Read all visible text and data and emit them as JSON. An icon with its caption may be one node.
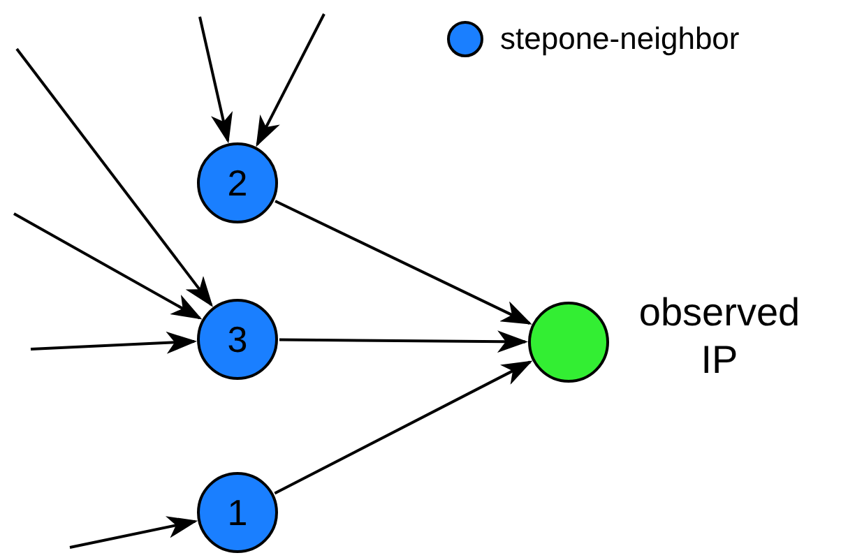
{
  "diagram": {
    "nodes": [
      {
        "text": [
          "2"
        ]
      },
      {
        "text": [
          "3"
        ]
      },
      {
        "text": [
          "1"
        ]
      },
      {
        "text": [],
        "shape": "circle",
        "beside": [
          "observed IP"
        ]
      }
    ],
    "edges": [
      {
        "from": null,
        "to": 0,
        "arrow": "to"
      },
      {
        "from": null,
        "to": 0,
        "arrow": "to"
      },
      {
        "from": null,
        "to": 1,
        "arrow": "to"
      },
      {
        "from": null,
        "to": 1,
        "arrow": "to"
      },
      {
        "from": null,
        "to": 1,
        "arrow": "to"
      },
      {
        "from": null,
        "to": 2,
        "arrow": "to"
      },
      {
        "from": 0,
        "to": 3,
        "arrow": "to"
      },
      {
        "from": 1,
        "to": 3,
        "arrow": "to"
      },
      {
        "from": 2,
        "to": 3,
        "arrow": "to"
      }
    ],
    "legend": [
      {
        "text": "stepone-neighbor",
        "color": "#1a7fff"
      }
    ]
  }
}
